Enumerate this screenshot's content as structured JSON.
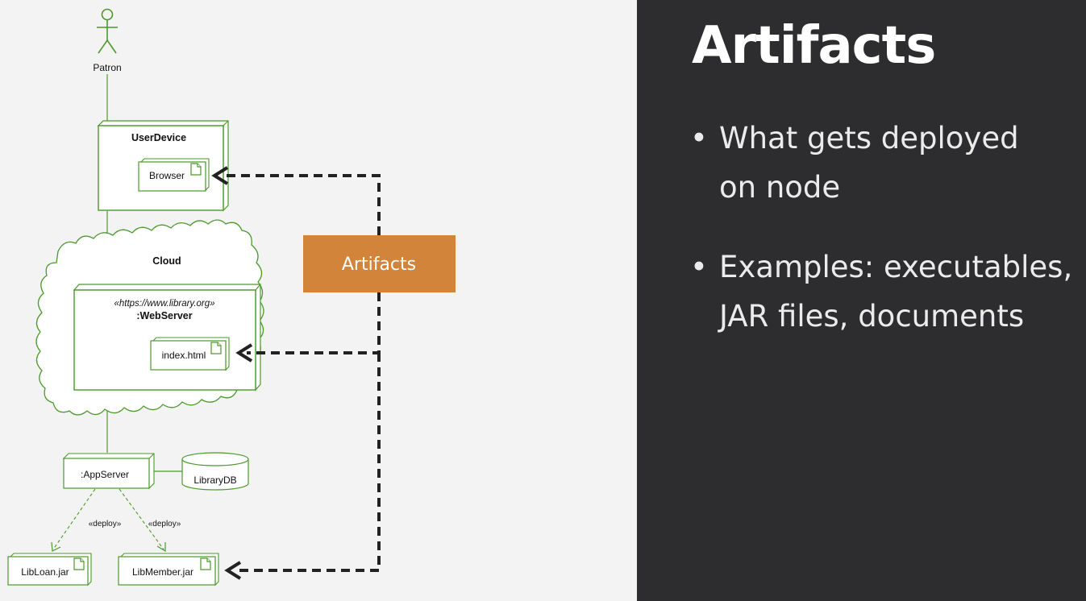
{
  "diagram": {
    "actor": "Patron",
    "user_device": {
      "title": "UserDevice",
      "artifact": "Browser"
    },
    "cloud": {
      "title": "Cloud"
    },
    "web_server": {
      "stereotype": "«https://www.library.org»",
      "title": ":WebServer",
      "artifact": "index.html"
    },
    "app_server": {
      "title": ":AppServer"
    },
    "database": {
      "title": "LibraryDB"
    },
    "deploy_label_left": "«deploy»",
    "deploy_label_right": "«deploy»",
    "artifact_left": "LibLoan.jar",
    "artifact_right": "LibMember.jar",
    "callout": "Artifacts",
    "colors": {
      "node_stroke": "#4a9a2a",
      "callout_fill": "#d2853a",
      "arrow": "#222222"
    }
  },
  "slide": {
    "title": "Artifacts",
    "bullet_symbol": "•",
    "bullets": [
      {
        "line1": "What gets deployed",
        "line2": "on node"
      },
      {
        "line1": "Examples: executables,",
        "line2": "JAR files, documents"
      }
    ]
  }
}
